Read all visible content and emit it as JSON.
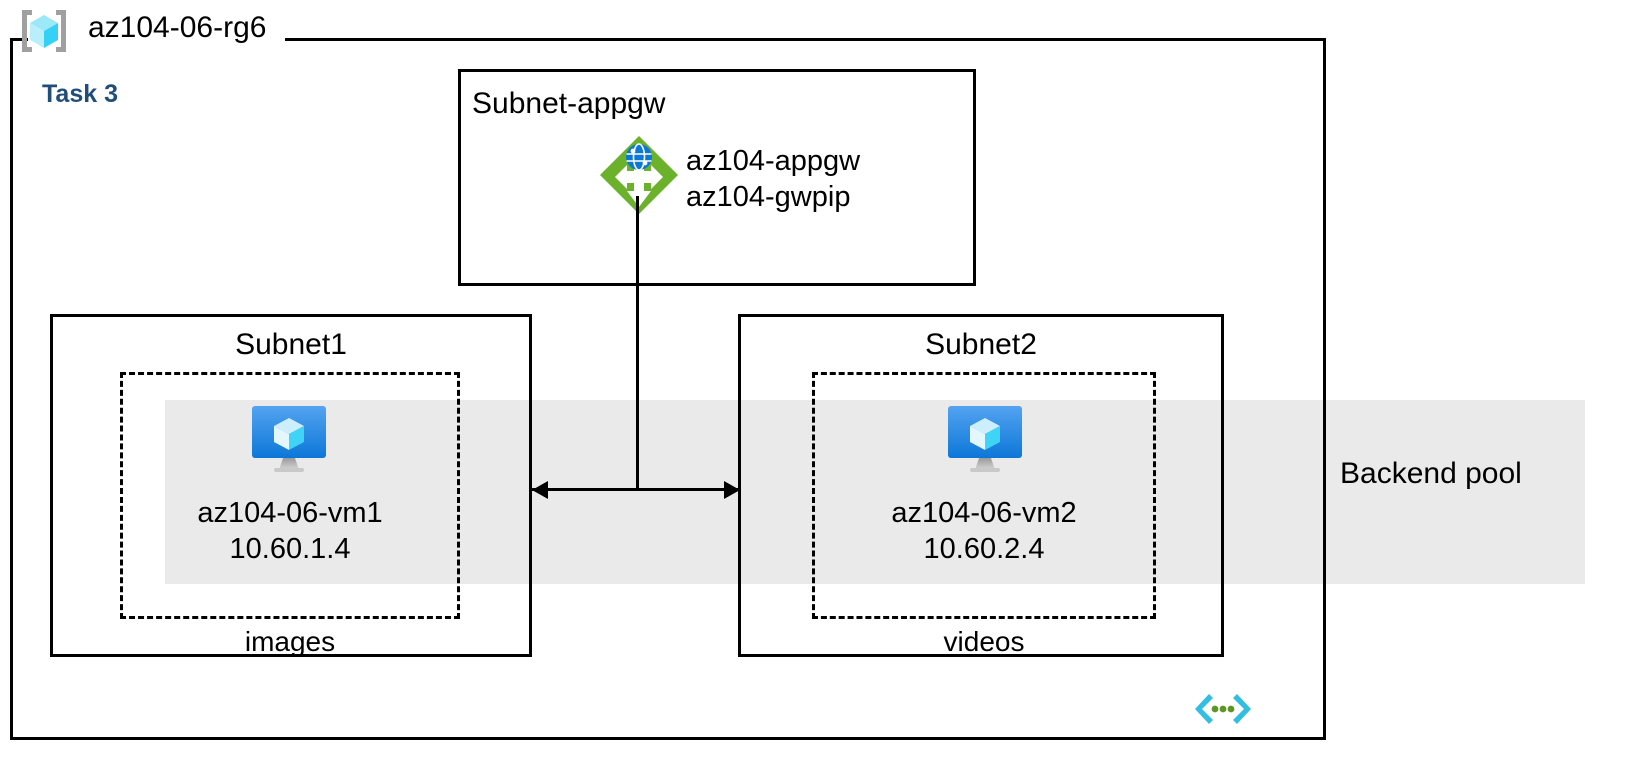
{
  "resource_group": {
    "name": "az104-06-rg6",
    "icon": "resource-group-cube-icon"
  },
  "task": {
    "label": "Task 3",
    "color": "#1F4E79"
  },
  "backend_pool": {
    "label": "Backend pool",
    "band_color": "#EAEAEA"
  },
  "subnets": [
    {
      "id": "subnet-appgw",
      "title": "Subnet-appgw",
      "resources": [
        {
          "icon": "application-gateway-icon",
          "icon_color": "#6BB12B",
          "lines": [
            "az104-appgw",
            "az104-gwpip"
          ]
        }
      ]
    },
    {
      "id": "subnet1",
      "title": "Subnet1",
      "vm": {
        "icon": "virtual-machine-icon",
        "name": "az104-06-vm1",
        "ip": "10.60.1.4"
      },
      "storage_label": "images"
    },
    {
      "id": "subnet2",
      "title": "Subnet2",
      "vm": {
        "icon": "virtual-machine-icon",
        "name": "az104-06-vm2",
        "ip": "10.60.2.4"
      },
      "storage_label": "videos"
    }
  ],
  "footer": {
    "icon": "code-brackets-icon",
    "bracket_color": "#32BEE1",
    "dot_color": "#5E9624"
  }
}
